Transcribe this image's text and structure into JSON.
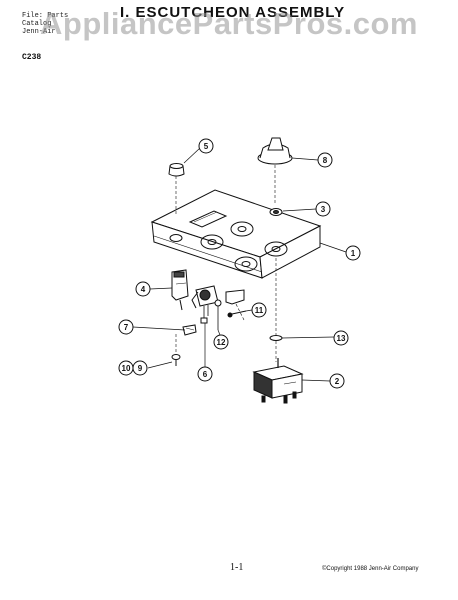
{
  "header": {
    "line1": "File: Parts",
    "line2": "Catalog",
    "line3": "Jenn-Air",
    "title": "I. ESCUTCHEON ASSEMBLY",
    "model": "C238"
  },
  "watermark": "AppliancePartsPros.com",
  "callouts": [
    "1",
    "2",
    "3",
    "4",
    "5",
    "6",
    "7",
    "8",
    "9",
    "10",
    "11",
    "12",
    "13"
  ],
  "footer": {
    "page": "1-1",
    "copyright": "©Copyright 1988 Jenn-Air Company"
  }
}
